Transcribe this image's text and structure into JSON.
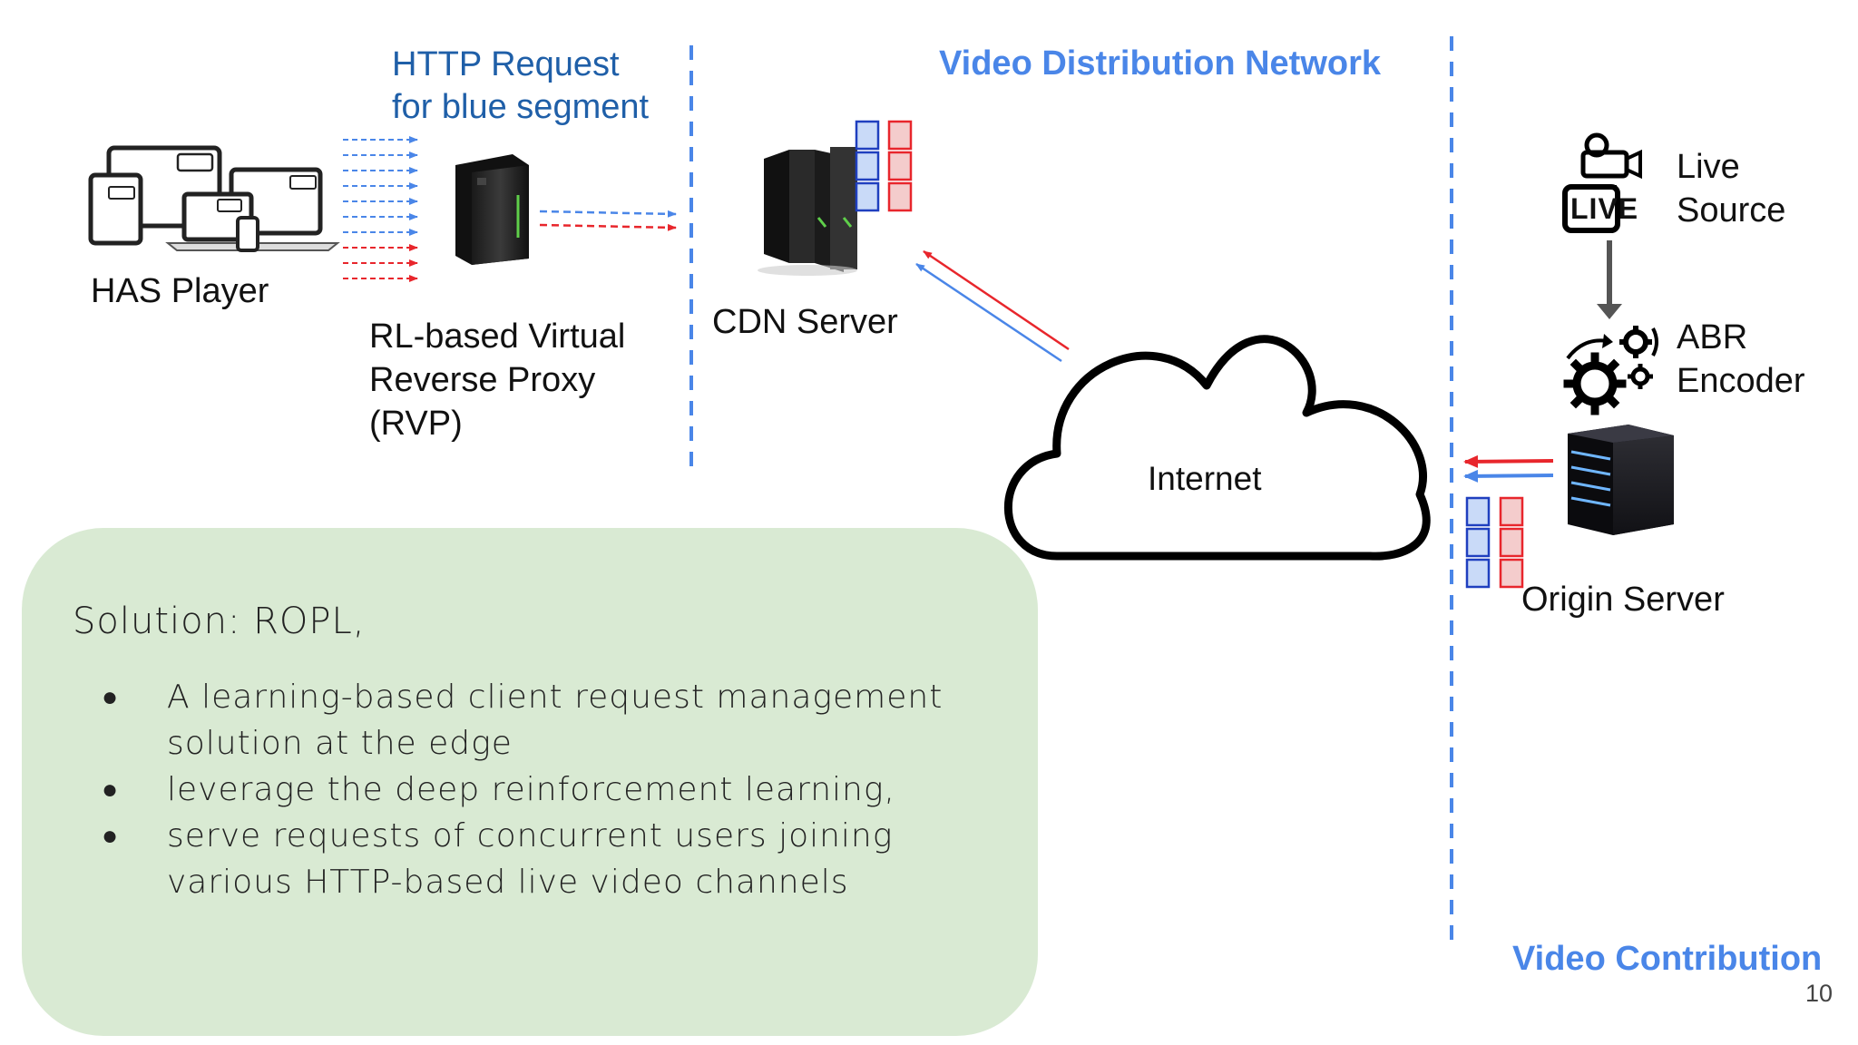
{
  "labels": {
    "http_request": "HTTP Request\nfor blue segment",
    "vdn": "Video Distribution Network",
    "has_player": "HAS Player",
    "rvp": "RL-based Virtual\nReverse Proxy\n(RVP)",
    "cdn_server": "CDN Server",
    "internet": "Internet",
    "live_source": "Live\nSource",
    "abr_encoder": "ABR\nEncoder",
    "origin_server": "Origin Server",
    "video_contribution": "Video Contribution",
    "live_badge": "LIVE"
  },
  "solution": {
    "title": "Solution:  ROPL,",
    "bullets": [
      "A learning-based  client  request  management solution  at  the  edge",
      "leverage  the   deep reinforcement  learning,",
      "serve  requests  of  concurrent  users joining various  HTTP-based  live  video  channels"
    ]
  },
  "page_number": "10",
  "colors": {
    "accent_blue": "#4a86e8",
    "title_blue": "#1f5fa8",
    "arrow_red": "#e8262c",
    "arrow_blue": "#4a86e8",
    "segment_blue": "#1f3fbf",
    "segment_blue_fill": "#c9daf8",
    "segment_red": "#e8262c",
    "segment_red_fill": "#f4cccc",
    "box_green": "#d9ead3"
  }
}
